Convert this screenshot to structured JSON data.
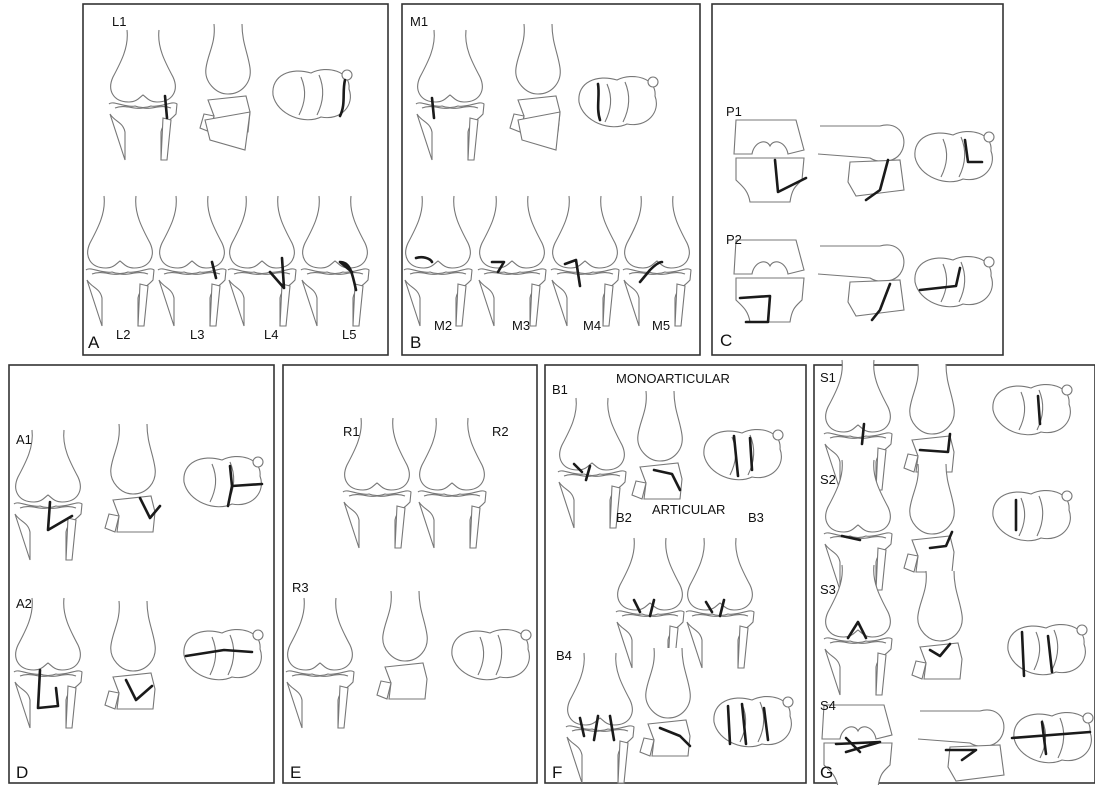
{
  "panels": [
    {
      "letter": "A",
      "labels": [
        "L1",
        "L2",
        "L3",
        "L4",
        "L5"
      ]
    },
    {
      "letter": "B",
      "labels": [
        "M1",
        "M2",
        "M3",
        "M4",
        "M5"
      ]
    },
    {
      "letter": "C",
      "labels": [
        "P1",
        "P2"
      ]
    },
    {
      "letter": "D",
      "labels": [
        "A1",
        "A2"
      ]
    },
    {
      "letter": "E",
      "labels": [
        "R1",
        "R2",
        "R3"
      ]
    },
    {
      "letter": "F",
      "labels": [
        "B1",
        "B2",
        "B3",
        "B4"
      ],
      "headings": [
        "MONOARTICULAR",
        "ARTICULAR"
      ]
    },
    {
      "letter": "G",
      "labels": [
        "S1",
        "S2",
        "S3",
        "S4"
      ]
    }
  ],
  "colors": {
    "outline": "#777777",
    "fracture_line": "#1a1a1a",
    "border": "#333333"
  }
}
